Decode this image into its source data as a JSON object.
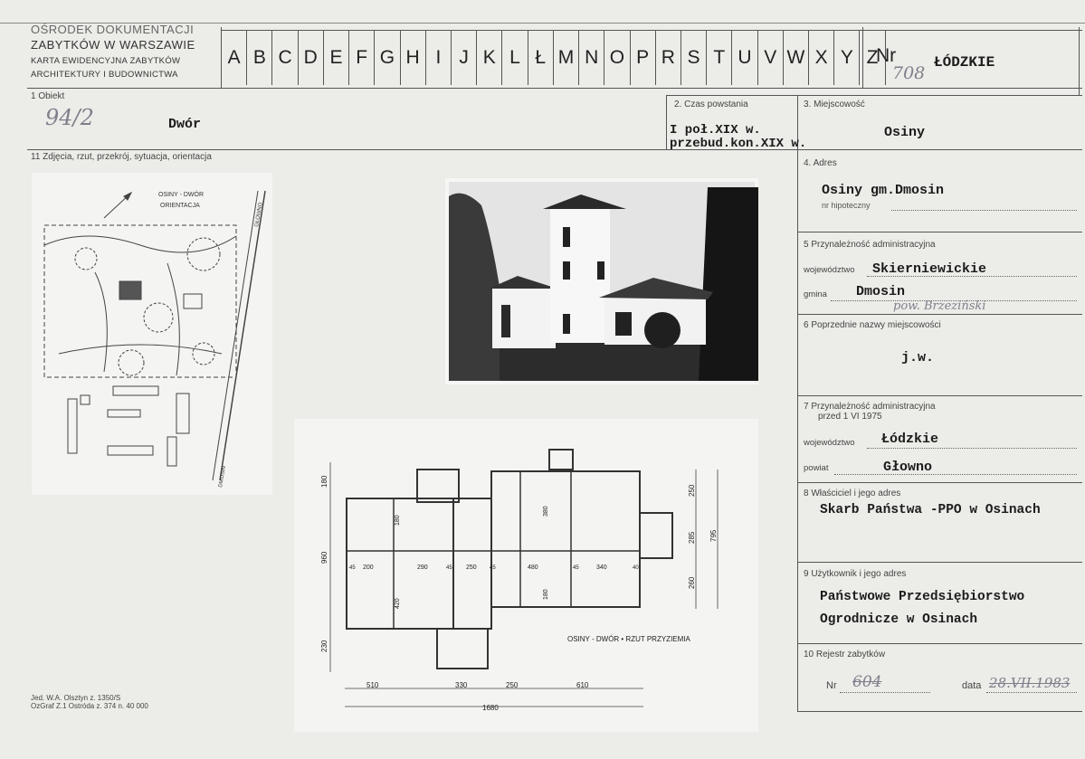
{
  "header": {
    "org_line1": "OŚRODEK DOKUMENTACJI",
    "org_line2": "ZABYTKÓW W WARSZAWIE",
    "org_line3": "KARTA EWIDENCYJNA ZABYTKÓW",
    "org_line4": "ARCHITEKTURY I BUDOWNICTWA",
    "letters": [
      "A",
      "B",
      "C",
      "D",
      "E",
      "F",
      "G",
      "H",
      "I",
      "J",
      "K",
      "L",
      "Ł",
      "M",
      "N",
      "O",
      "P",
      "R",
      "S",
      "T",
      "U",
      "V",
      "W",
      "X",
      "Y",
      "Z"
    ],
    "nr_label": "Nr",
    "nr_value": "708",
    "region": "ŁÓDZKIE"
  },
  "fields": {
    "obiekt": {
      "label": "1  Obiekt",
      "value": "Dwór",
      "code": "94/2"
    },
    "czas": {
      "label": "2. Czas powstania",
      "line1": "I poł.XIX w.",
      "line2": "przebud.kon.XIX w."
    },
    "miejscowosc": {
      "label": "3. Miejscowość",
      "value": "Osiny"
    },
    "zdjecia": {
      "label": "11  Zdjęcia, rzut, przekrój, sytuacja, orientacja"
    },
    "adres": {
      "label": "4. Adres",
      "value": "Osiny gm.Dmosin",
      "sub_label": "nr hipoteczny"
    },
    "przynaleznosc": {
      "label": "5  Przynależność administracyjna",
      "woj_label": "województwo",
      "woj_value": "Skierniewickie",
      "gmina_label": "gmina",
      "gmina_value": "Dmosin",
      "pow_note": "pow. Brzeziński"
    },
    "poprzednie": {
      "label": "6  Poprzednie nazwy miejscowości",
      "value": "j.w."
    },
    "przed1975": {
      "label": "7  Przynależność administracyjna",
      "label2": "przed 1 VI 1975",
      "woj_label": "województwo",
      "woj_value": "Łódzkie",
      "pow_label": "powiat",
      "pow_value": "Głowno"
    },
    "wlasciciel": {
      "label": "8  Właściciel i jego adres",
      "value": "Skarb Państwa -PPO w Osinach"
    },
    "uzytkownik": {
      "label": "9  Użytkownik i jego adres",
      "line1": "Państwowe Przedsiębiorstwo",
      "line2": "Ogrodnicze w Osinach"
    },
    "rejestr": {
      "label": "10  Rejestr zabytków",
      "nr_label": "Nr",
      "nr_value": "604",
      "data_label": "data",
      "data_value": "28.VII.1983"
    }
  },
  "site_plan": {
    "title_line1": "OSINY - DWÓR",
    "title_line2": "ORIENTACJA",
    "road_label": "GŁOWNO",
    "road_label2": "DMOSIN"
  },
  "floor_plan": {
    "caption": "OSINY - DWÓR • RZUT PRZYZIEMIA",
    "dims_bottom": [
      "510",
      "330",
      "250",
      "610"
    ],
    "total_width": "1680",
    "dims_left": [
      "180",
      "960",
      "230"
    ],
    "dims_right": [
      "250",
      "285",
      "260"
    ],
    "dim_right_total": "795",
    "room_widths": [
      "200",
      "290",
      "250",
      "480",
      "340"
    ],
    "room_heights": [
      "180",
      "420",
      "380",
      "180"
    ],
    "wall_marks": [
      "45",
      "45",
      "45",
      "45",
      "40"
    ]
  },
  "footer": {
    "line1": "Jed. W.A. Olsztyn z. 1350/S",
    "line2": "OzGraf Z.1  Ostróda z. 374 n. 40 000"
  }
}
